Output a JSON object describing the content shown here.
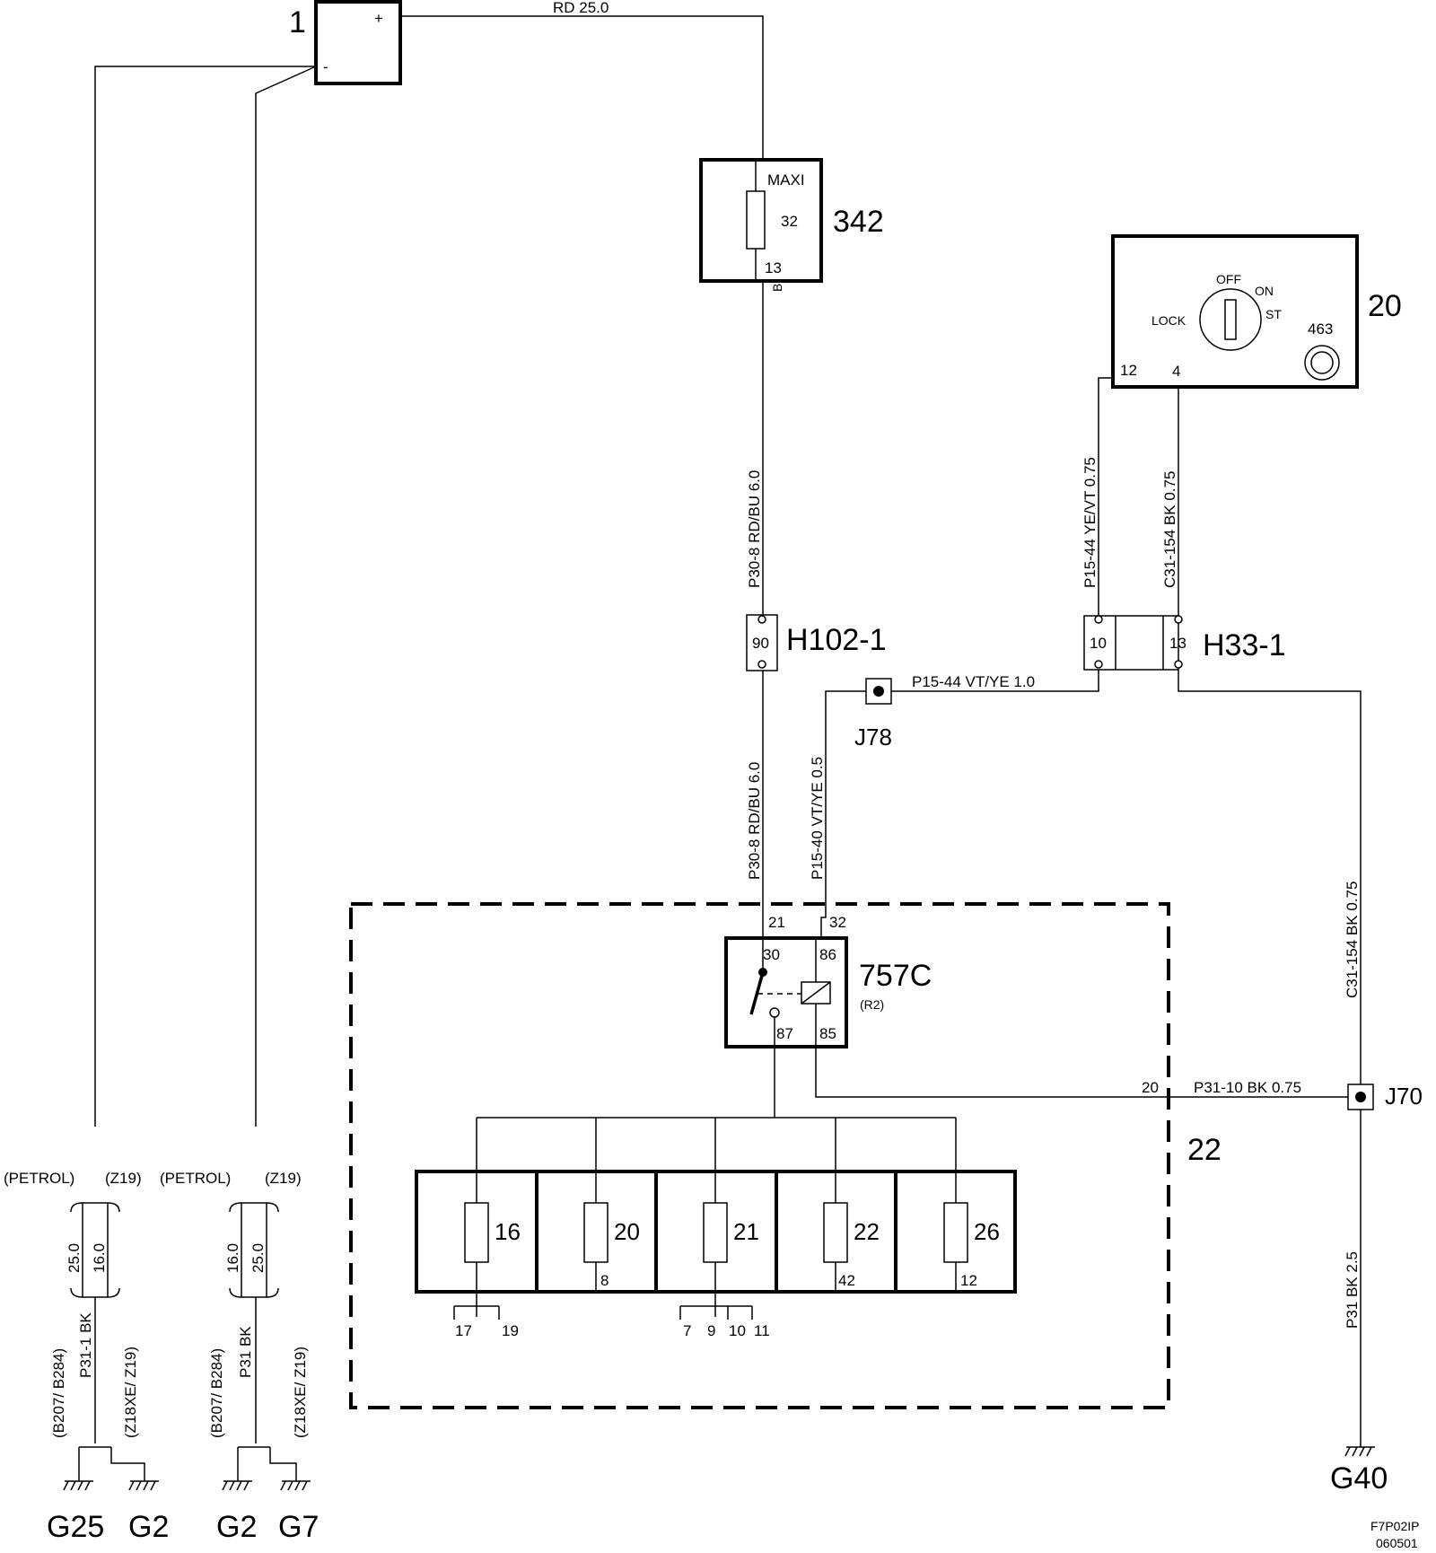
{
  "components": {
    "battery": {
      "id": "1",
      "plus": "+",
      "minus": "-"
    },
    "maxi_fuse": {
      "id": "342",
      "type": "MAXI",
      "rating": "32",
      "pin": "13",
      "wire_letter": "B"
    },
    "ignition_switch": {
      "id": "20",
      "off": "OFF",
      "on": "ON",
      "lock": "LOCK",
      "st": "ST",
      "sub_id": "463",
      "pin_a": "12",
      "pin_b": "4"
    },
    "connector_h102": {
      "id": "H102-1",
      "pin": "90"
    },
    "connector_h33": {
      "id": "H33-1",
      "pin_a": "10",
      "pin_b": "13"
    },
    "splice_j78": {
      "id": "J78"
    },
    "splice_j70": {
      "id": "J70"
    },
    "relay": {
      "id": "757C",
      "sub": "(R2)",
      "pin_30": "30",
      "pin_86": "86",
      "pin_87": "87",
      "pin_85": "85"
    },
    "fuse_box": {
      "id": "22",
      "pin_21": "21",
      "pin_32": "32",
      "pin_20": "20"
    },
    "fuses": [
      {
        "rating": "16",
        "pin": ""
      },
      {
        "rating": "20",
        "pin": "8"
      },
      {
        "rating": "21",
        "pin": ""
      },
      {
        "rating": "22",
        "pin": "42"
      },
      {
        "rating": "26",
        "pin": "12"
      }
    ],
    "fuse_bottom_pins": [
      "17",
      "19",
      "7",
      "9",
      "10",
      "11"
    ]
  },
  "wires": {
    "battery_top": "RD  25.0",
    "p30_upper": "P30-8  RD/BU  6.0",
    "p30_lower": "P30-8  RD/BU  6.0",
    "p15_44_sw": "P15-44  YE/VT  0.75",
    "c31_154_sw": "C31-154  BK  0.75",
    "p15_44_h": "P15-44   VT/YE   1.0",
    "p15_40": "P15-40  VT/YE  0.5",
    "c31_154_v": "C31-154   BK  0.75",
    "p31_10": "P31-10  BK  0.75",
    "p31_v": "P31   BK   2.5"
  },
  "grounds": {
    "left": {
      "petrol": "(PETROL)",
      "z19": "(Z19)",
      "size_a": "25.0",
      "size_b": "16.0",
      "var_a": "(B207/ B284)",
      "wire": "P31-1  BK",
      "var_b": "(Z18XE/ Z19)",
      "g_a": "G25",
      "g_b": "G2"
    },
    "right": {
      "petrol": "(PETROL)",
      "z19": "(Z19)",
      "size_a": "16.0",
      "size_b": "25.0",
      "var_a": "(B207/ B284)",
      "wire": "P31   BK",
      "var_b": "(Z18XE/ Z19)",
      "g_a": "G2",
      "g_b": "G7"
    },
    "g40": "G40"
  },
  "footer": {
    "code": "F7P02IP",
    "date": "060501"
  }
}
